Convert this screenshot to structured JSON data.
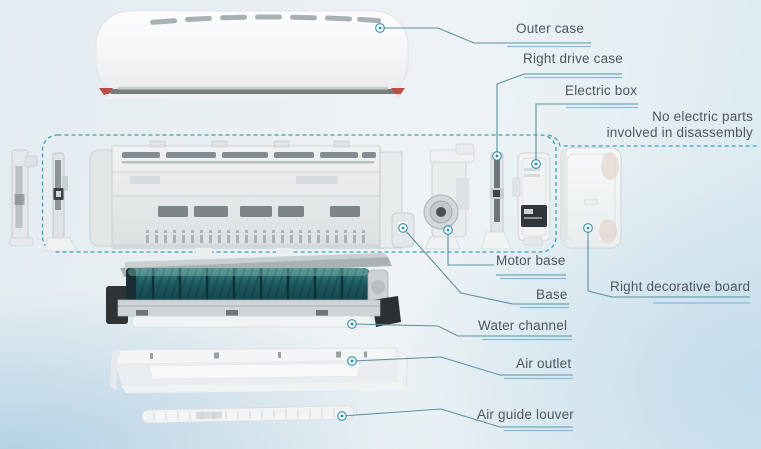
{
  "figure": {
    "subject": "Air conditioner indoor unit exploded-view parts diagram",
    "dashed_zone_note_present": true
  },
  "labels": {
    "outer_case": "Outer case",
    "right_drive_case": "Right drive case",
    "electric_box": "Electric box",
    "no_electric_parts_line1": "No electric parts",
    "no_electric_parts_line2": "involved in disassembly",
    "motor_base": "Motor base",
    "base": "Base",
    "right_decorative_board": "Right decorative board",
    "water_channel": "Water channel",
    "air_outlet": "Air outlet",
    "air_guide_louver": "Air guide louver"
  },
  "palette": {
    "label_text": "#4d565e",
    "leader_line": "#5d90a2",
    "underline_blue": "#83bcdc",
    "dashed_box": "#3f9dbd",
    "marker": "#2f8cab",
    "fan_teal": "#1c565c",
    "part_gray": "#e8ebec",
    "red_accent": "#b94f43"
  }
}
